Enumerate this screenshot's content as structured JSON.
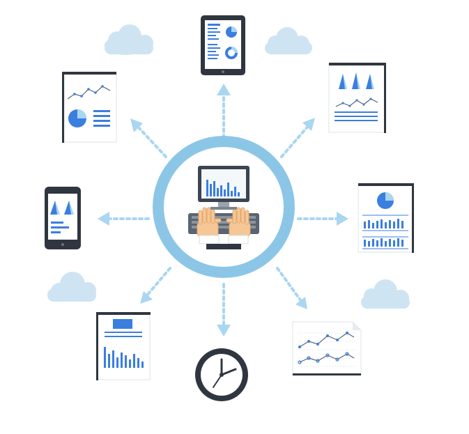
{
  "diagram": {
    "center": {
      "icon": "computer-with-hands-typing-icon"
    },
    "nodes": [
      {
        "id": "tablet-top",
        "icon": "tablet-dashboard-icon"
      },
      {
        "id": "report-top-right",
        "icon": "report-triangle-chart-icon"
      },
      {
        "id": "report-right",
        "icon": "report-pie-bars-icon"
      },
      {
        "id": "report-bottom-right",
        "icon": "line-chart-paper-icon"
      },
      {
        "id": "clock-bottom",
        "icon": "clock-icon"
      },
      {
        "id": "report-bottom-left",
        "icon": "report-bar-chart-icon"
      },
      {
        "id": "phone-left",
        "icon": "phone-chart-icon"
      },
      {
        "id": "report-top-left",
        "icon": "report-line-pie-icon"
      }
    ],
    "clouds": [
      "cloud-icon",
      "cloud-icon",
      "cloud-icon",
      "cloud-icon"
    ]
  },
  "colors": {
    "ring": "#8cc6e7",
    "arrow": "#a9d6f0",
    "blue": "#3a7ee0",
    "dark": "#2f3640",
    "cloud": "#cfe4f2",
    "paper": "#ffffff",
    "hand": "#f6c796"
  }
}
